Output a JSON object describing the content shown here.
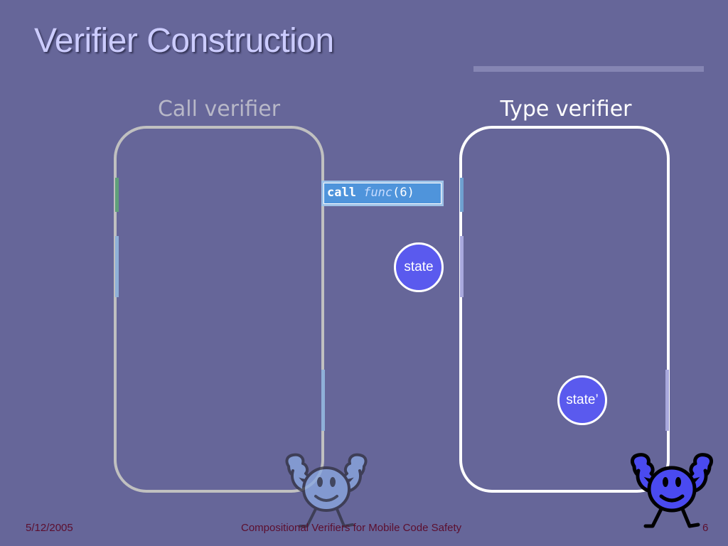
{
  "slide": {
    "title": "Verifier Construction",
    "call_verifier_label": "Call verifier",
    "type_verifier_label": "Type verifier",
    "call_keyword": "call",
    "call_function": "func",
    "call_args": "(6)",
    "state_label": "state",
    "state_prime_label": "state’"
  },
  "footer": {
    "date": "5/12/2005",
    "title": "Compositional Verifiers for Mobile Code Safety",
    "page": "6"
  },
  "colors": {
    "background": "#666699",
    "title": "#ccccff",
    "state_fill": "#5a5aee",
    "mascot_faded": "#8aa8e0",
    "mascot_bold": "#4a4af0"
  },
  "icons": {
    "mascot_faded": "strongman-mascot-icon",
    "mascot_bold": "strongman-mascot-icon"
  }
}
